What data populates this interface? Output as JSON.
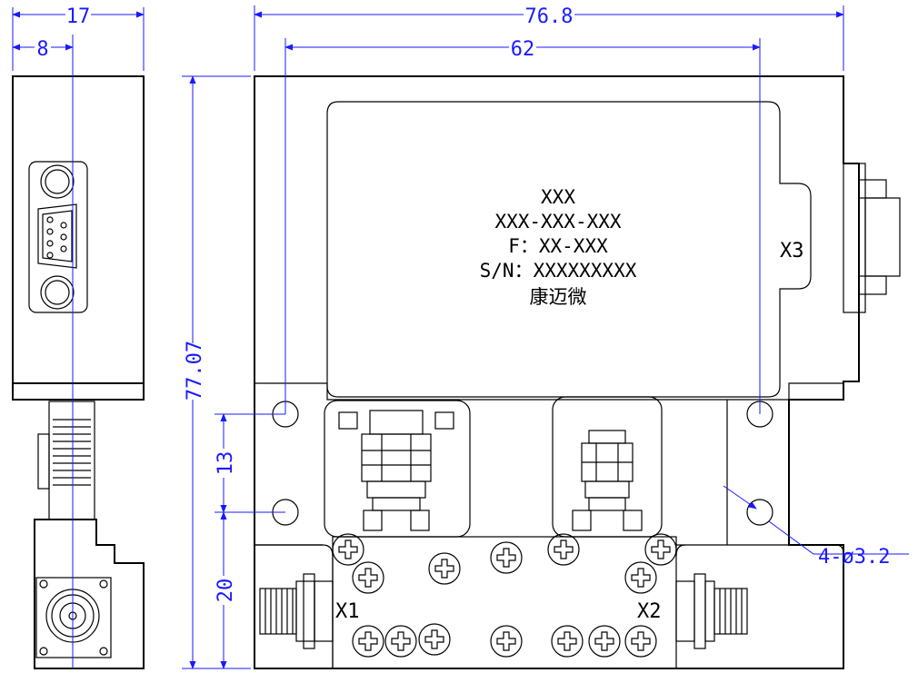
{
  "dimensions": {
    "side_width": "17",
    "side_offset": "8",
    "total_width": "76.8",
    "hole_span": "62",
    "height": "77.07",
    "vertical_1": "13",
    "vertical_2": "20",
    "holes": "4-ø3.2"
  },
  "ports": {
    "x1": "X1",
    "x2": "X2",
    "x3": "X3"
  },
  "nameplate": {
    "line1": "XXX",
    "line2": "XXX-XXX-XXX",
    "line3": "F：XX-XXX",
    "line4": "S/N：XXXXXXXXX",
    "line5": "康迈微"
  },
  "colors": {
    "outline": "#000000",
    "dimension": "#1a1aff"
  }
}
